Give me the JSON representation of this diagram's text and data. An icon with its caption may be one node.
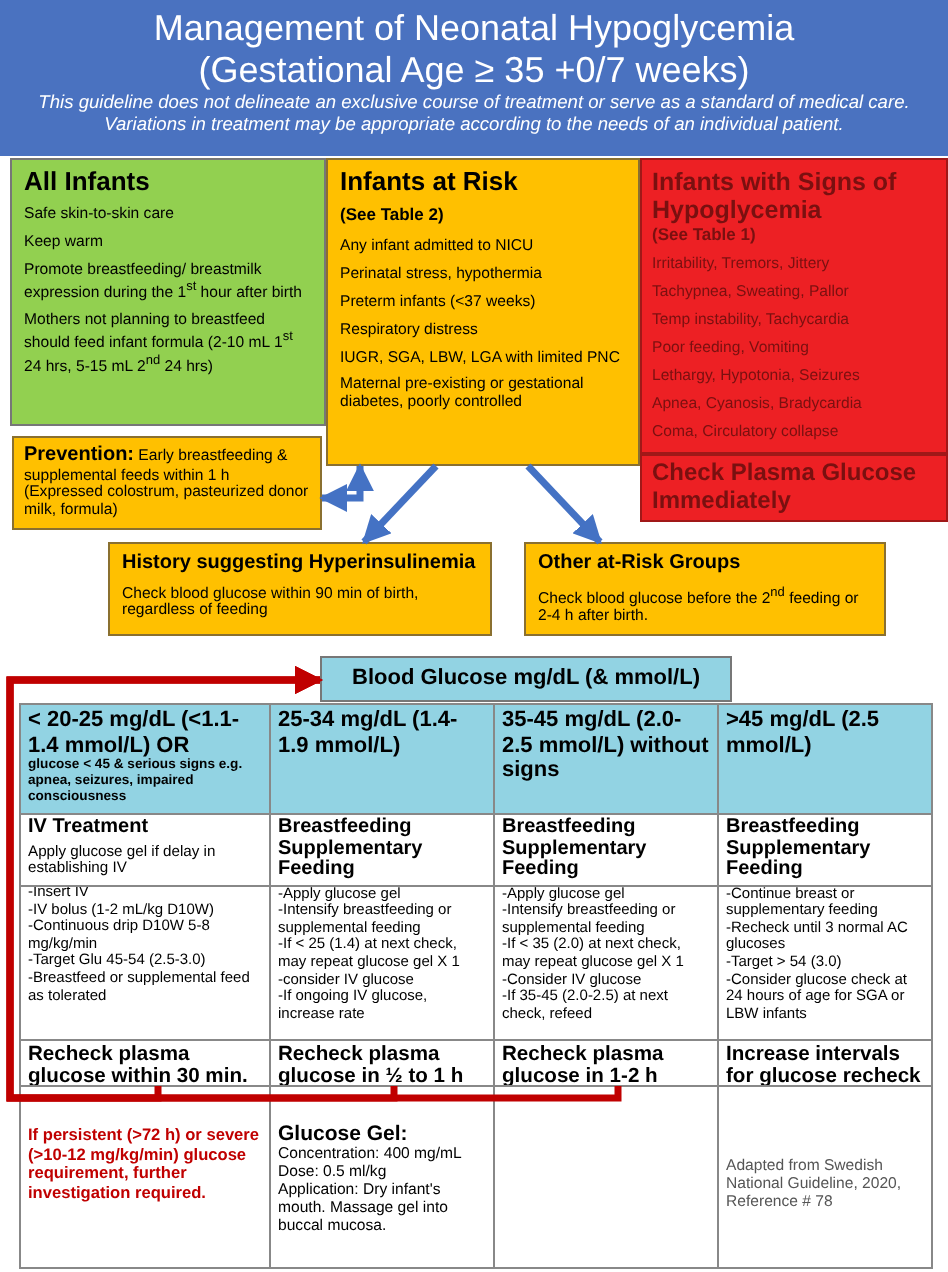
{
  "diagram": {
    "nodes": [
      {
        "text": [
          "Management of Neonatal Hypoglycemia (Gestational Age  ≥ 35 +0/7 weeks)",
          "This guideline does not delineate an exclusive course of treatment or serve as a standard of medical care.  Variations in treatment may be appropriate according to the needs of an individual patient."
        ]
      },
      {
        "text": [
          "All Infants",
          "Safe skin-to-skin care",
          "Keep warm",
          "Promote breastfeeding/ breastmilk expression during the 1$^{st}$ hour after birth",
          "Mothers not planning to breastfeed should feed infant formula (2-10 mL 1$^{st}$ 24 hrs, 5-15 mL 2$^{nd}$ 24 hrs)"
        ]
      },
      {
        "text": [
          "Infants at Risk",
          "(See Table 2)",
          "Any infant admitted to NICU",
          "Perinatal stress, hypothermia",
          "Preterm infants (<37 weeks)",
          "Respiratory distress",
          "IUGR, SGA, LBW, LGA with limited PNC",
          "Maternal pre-existing or gestational diabetes, poorly controlled"
        ]
      },
      {
        "text": [
          "Infants with Signs of Hypoglycemia",
          "(See Table 1)",
          "Irritability, Tremors, Jittery",
          "Tachypnea, Sweating, Pallor",
          "Temp instability, Tachycardia",
          "Poor feeding, Vomiting",
          "Lethargy, Hypotonia, Seizures",
          "Apnea, Cyanosis, Bradycardia",
          "Coma, Circulatory collapse"
        ]
      },
      {
        "text": [
          "Check Plasma Glucose Immediately"
        ]
      },
      {
        "text": [
          "**Prevention:** Early breastfeeding & supplemental feeds within 1 h (Expressed colostrum, pasteurized donor milk, formula)"
        ]
      },
      {
        "text": [
          "History suggesting Hyperinsulinemia",
          "Check blood glucose within 90 min of birth, regardless of feeding"
        ]
      },
      {
        "text": [
          "Other at-Risk Groups",
          "Check blood glucose before the 2$^{nd}$ feeding or 2-4 h after birth."
        ]
      },
      {
        "text": [
          "Blood Glucose mg/dL (& mmol/L)"
        ]
      },
      {
        "text": [
          "< 20-25 mg/dL (<1.1-1.4 mmol/L) OR",
          "glucose < 45 & serious signs e.g. apnea, seizures, impaired consciousness"
        ]
      },
      {
        "text": [
          "25-34 mg/dL (1.4-1.9 mmol/L)"
        ]
      },
      {
        "text": [
          "35-45 mg/dL (2.0-2.5 mmol/L) without signs"
        ]
      },
      {
        "text": [
          ">45 mg/dL (2.5 mmol/L)"
        ]
      },
      {
        "text": [
          "IV Treatment",
          "Apply glucose gel if delay in establishing IV",
          "-Insert IV",
          "-IV bolus (1-2 mL/kg D10W)",
          "-Continuous drip D10W 5-8 mg/kg/min",
          "-Target Glu 45-54 (2.5-3.0)",
          "-Breastfeed or supplemental feed as tolerated"
        ]
      },
      {
        "text": [
          "Breastfeeding Supplementary Feeding",
          "-Apply glucose gel",
          "-Intensify breastfeeding or supplemental feeding",
          "-If < 25 (1.4) at next check, may repeat glucose gel X 1",
          "-consider IV glucose",
          "-If ongoing IV glucose, increase rate"
        ]
      },
      {
        "text": [
          "Breastfeeding Supplementary Feeding",
          "-Apply glucose gel",
          "-Intensify breastfeeding or supplemental feeding",
          "-If < 35 (2.0) at next check, may repeat glucose gel X 1",
          "-Consider IV glucose",
          "-If 35-45 (2.0-2.5) at next check, refeed"
        ]
      },
      {
        "text": [
          "Breastfeeding Supplementary Feeding",
          "-Continue breast or supplementary feeding",
          "-Recheck until 3 normal AC glucoses",
          "-Target > 54 (3.0)",
          "-Consider glucose check at 24 hours of age for SGA or LBW infants"
        ]
      },
      {
        "text": [
          "Recheck plasma glucose within 30 min."
        ]
      },
      {
        "text": [
          "Recheck plasma glucose in ½ to 1 h"
        ]
      },
      {
        "text": [
          "Recheck plasma glucose in 1-2 h"
        ]
      },
      {
        "text": [
          "Increase intervals for glucose recheck"
        ]
      },
      {
        "text": [
          "If persistent (>72 h) or severe (>10-12 mg/kg/min) glucose requirement, further investigation required."
        ]
      },
      {
        "text": [
          "Glucose Gel:",
          "Concentration: 400 mg/mL",
          "Dose: 0.5 ml/kg",
          "Application: Dry infant's mouth. Massage gel into buccal mucosa."
        ]
      },
      {
        "text": [
          "Adapted from Swedish National Guideline, 2020, Reference # 78"
        ]
      }
    ],
    "edges": [
      {
        "from": 2,
        "to": 5,
        "arrow": "both",
        "color": "#4472c4"
      },
      {
        "from": 2,
        "to": 6,
        "arrow": "to",
        "color": "#4472c4"
      },
      {
        "from": 2,
        "to": 7,
        "arrow": "to",
        "color": "#4472c4"
      },
      {
        "from": 17,
        "to": 8,
        "arrow": "to",
        "color": "#c00000"
      },
      {
        "from": 18,
        "to": 8,
        "arrow": "to",
        "color": "#c00000"
      },
      {
        "from": 19,
        "to": 8,
        "arrow": "to",
        "color": "#c00000"
      }
    ]
  }
}
